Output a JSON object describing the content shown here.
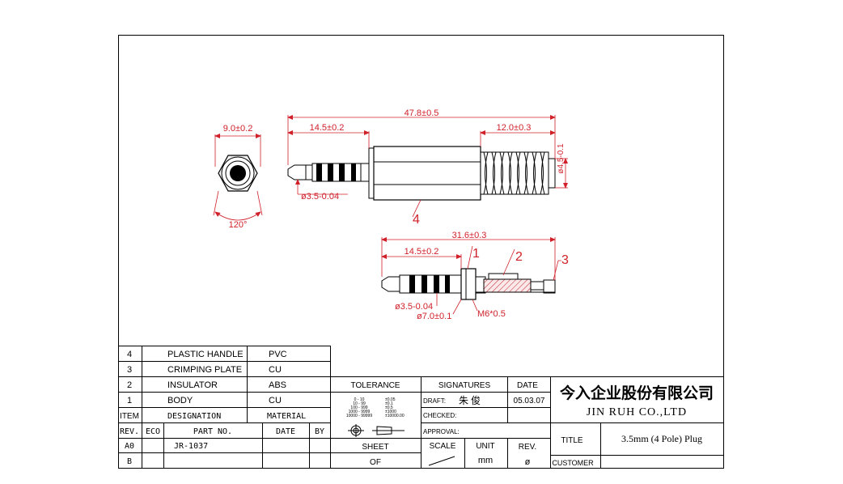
{
  "title_block": {
    "company_cn": "今入企业股份有限公司",
    "company_en": "JIN RUH CO.,LTD",
    "title_label": "TITLE",
    "title_value": "3.5mm (4 Pole) Plug",
    "customer_label": "CUSTOMER"
  },
  "bom": {
    "rows": [
      {
        "item": "4",
        "designation": "PLASTIC HANDLE",
        "material": "PVC"
      },
      {
        "item": "3",
        "designation": "CRIMPING PLATE",
        "material": "CU"
      },
      {
        "item": "2",
        "designation": "INSULATOR",
        "material": "ABS"
      },
      {
        "item": "1",
        "designation": "BODY",
        "material": "CU"
      }
    ],
    "header": {
      "item": "ITEM",
      "designation": "DESIGNATION",
      "material": "MATERIAL"
    }
  },
  "revision": {
    "header": {
      "rev": "REV.",
      "eco": "ECO",
      "part_no": "PART NO.",
      "date": "DATE",
      "by": "BY"
    },
    "rows": [
      {
        "rev": "A0",
        "part_no": "JR-1037"
      },
      {
        "rev": "B",
        "part_no": ""
      }
    ]
  },
  "tolerance": {
    "label": "TOLERANCE",
    "rows": [
      [
        "0 - 10",
        "±0.05"
      ],
      [
        "10 - 99",
        "±0.1"
      ],
      [
        "100 - 999",
        "±0.5"
      ],
      [
        "1000 - 9999",
        "±1000"
      ],
      [
        "10000 - 99999",
        "±10000.00"
      ]
    ]
  },
  "signatures": {
    "label": "SIGNATURES",
    "draft_label": "DRAFT:",
    "draft_name": "朱 俊",
    "checked_label": "CHECKED:",
    "approval_label": "APPROVAL:"
  },
  "date_block": {
    "label": "DATE",
    "value": "05.03.07"
  },
  "sheet_block": {
    "sheet_label": "SHEET",
    "sheet_value": "OF",
    "scale_label": "SCALE",
    "unit_label": "UNIT",
    "unit_value": "mm",
    "rev_label": "REV.",
    "rev_value": "ø"
  },
  "dimensions": {
    "end_width": "9.0±0.2",
    "angle": "120°",
    "overall_length": "47.8±0.5",
    "plug_length_top": "14.5±0.2",
    "spring_length": "12.0±0.3",
    "spring_dia": "ø4.5-0.1",
    "plug_dia_top": "ø3.5-0.04",
    "callout_4": "4",
    "inner_length": "31.6±0.3",
    "plug_length_bottom": "14.5±0.2",
    "callout_1": "1",
    "callout_2": "2",
    "callout_3": "3",
    "plug_dia_bottom": "ø3.5-0.04",
    "body_dia": "ø7.0±0.1",
    "thread": "M6*0.5"
  },
  "colors": {
    "dimension": "#d0202a",
    "line": "#000000"
  }
}
